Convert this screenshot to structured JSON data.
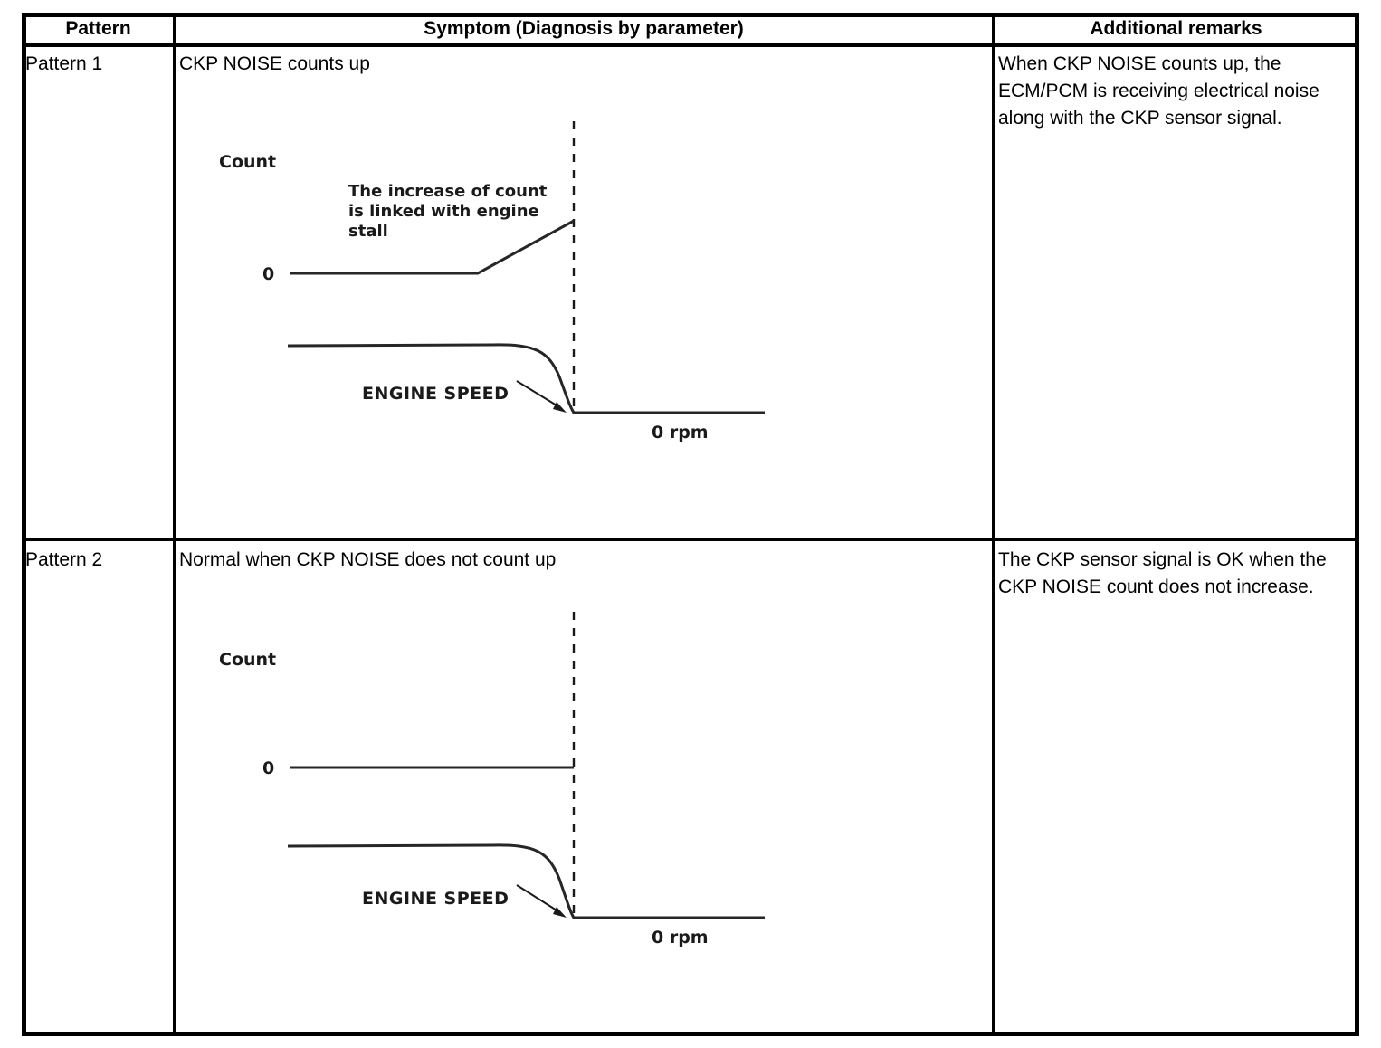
{
  "table": {
    "headers": {
      "pattern": "Pattern",
      "symptom": "Symptom (Diagnosis by parameter)",
      "remarks": "Additional remarks"
    },
    "rows": [
      {
        "pattern": "Pattern 1",
        "symptom": "CKP NOISE counts up",
        "remarks": "When CKP NOISE counts up, the ECM/PCM is receiving electrical noise along with the CKP sensor signal."
      },
      {
        "pattern": "Pattern 2",
        "symptom": "Normal when CKP NOISE does not count up",
        "remarks": "The CKP sensor signal is OK when the CKP NOISE count does not increase."
      }
    ]
  },
  "chart_data": [
    {
      "type": "line",
      "title": "Pattern 1 - CKP NOISE counts up",
      "ylabel": "Count",
      "xlabel": "",
      "grid": false,
      "legend": "none",
      "annotations": [
        "The increase of count\nis linked with engine\nstall",
        "ENGINE SPEED",
        "0 rpm"
      ],
      "tick_labels": {
        "y_count_zero": "0",
        "engine_speed_zero": "0 rpm"
      },
      "series": [
        {
          "name": "CKP NOISE count",
          "description": "Flat at 0, then ramps upward until the engine-stall moment (dashed line)",
          "points": [
            [
              0,
              0
            ],
            [
              0.46,
              0
            ],
            [
              0.72,
              0.28
            ]
          ]
        },
        {
          "name": "ENGINE SPEED",
          "description": "High and steady, rolls off then drops to 0 rpm at the engine-stall moment",
          "points": [
            [
              0,
              0.85
            ],
            [
              0.4,
              0.84
            ],
            [
              0.56,
              0.8
            ],
            [
              0.66,
              0.55
            ],
            [
              0.72,
              0.0
            ],
            [
              1.0,
              0.0
            ]
          ]
        }
      ],
      "event_marker": {
        "name": "engine-stall",
        "style": "dashed-vertical",
        "x": 0.72
      }
    },
    {
      "type": "line",
      "title": "Pattern 2 - Normal when CKP NOISE does not count up",
      "ylabel": "Count",
      "xlabel": "",
      "grid": false,
      "legend": "none",
      "annotations": [
        "ENGINE SPEED",
        "0 rpm"
      ],
      "tick_labels": {
        "y_count_zero": "0",
        "engine_speed_zero": "0 rpm"
      },
      "series": [
        {
          "name": "CKP NOISE count",
          "description": "Stays flat at 0 up to the engine-stall moment, no increase",
          "points": [
            [
              0,
              0
            ],
            [
              0.72,
              0
            ]
          ]
        },
        {
          "name": "ENGINE SPEED",
          "description": "High and steady, rolls off then drops to 0 rpm at the engine-stall moment",
          "points": [
            [
              0,
              0.85
            ],
            [
              0.4,
              0.84
            ],
            [
              0.56,
              0.8
            ],
            [
              0.66,
              0.55
            ],
            [
              0.72,
              0.0
            ],
            [
              1.0,
              0.0
            ]
          ]
        }
      ],
      "event_marker": {
        "name": "engine-stall",
        "style": "dashed-vertical",
        "x": 0.72
      }
    }
  ],
  "figures": {
    "pattern1": {
      "count_label": "Count",
      "zero_label": "0",
      "note_line1": "The increase of count",
      "note_line2": "is linked with engine",
      "note_line3": "stall",
      "engine_speed_label": "ENGINE SPEED",
      "rpm_label": "0 rpm"
    },
    "pattern2": {
      "count_label": "Count",
      "zero_label": "0",
      "engine_speed_label": "ENGINE SPEED",
      "rpm_label": "0 rpm"
    }
  },
  "colors": {
    "border": "#000000",
    "text": "#000000",
    "trace": "#262626",
    "background": "#ffffff"
  }
}
